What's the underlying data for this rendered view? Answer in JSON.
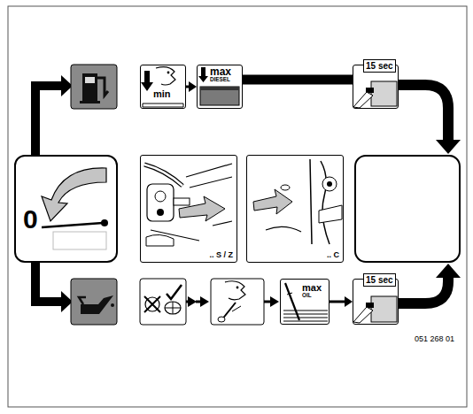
{
  "diagram": {
    "nodes": [
      {
        "text": [
          "0"
        ]
      },
      {
        "text": [
          "min"
        ]
      },
      {
        "text": [
          "max DIESEL"
        ]
      },
      {
        "text": [
          "15 sec"
        ]
      },
      {
        "text": [
          ".. S / Z"
        ]
      },
      {
        "text": [
          ".. C"
        ]
      },
      {
        "text": [
          "max OIL"
        ]
      },
      {
        "text": [
          "15 sec"
        ]
      }
    ],
    "edges": [
      {
        "from": 1,
        "to": 2,
        "arrow": "to"
      },
      {
        "from": 2,
        "to": 3,
        "arrow": "none"
      },
      {
        "from": 6,
        "to": 7,
        "arrow": "to"
      }
    ],
    "labels": [
      "051 268 01"
    ]
  }
}
